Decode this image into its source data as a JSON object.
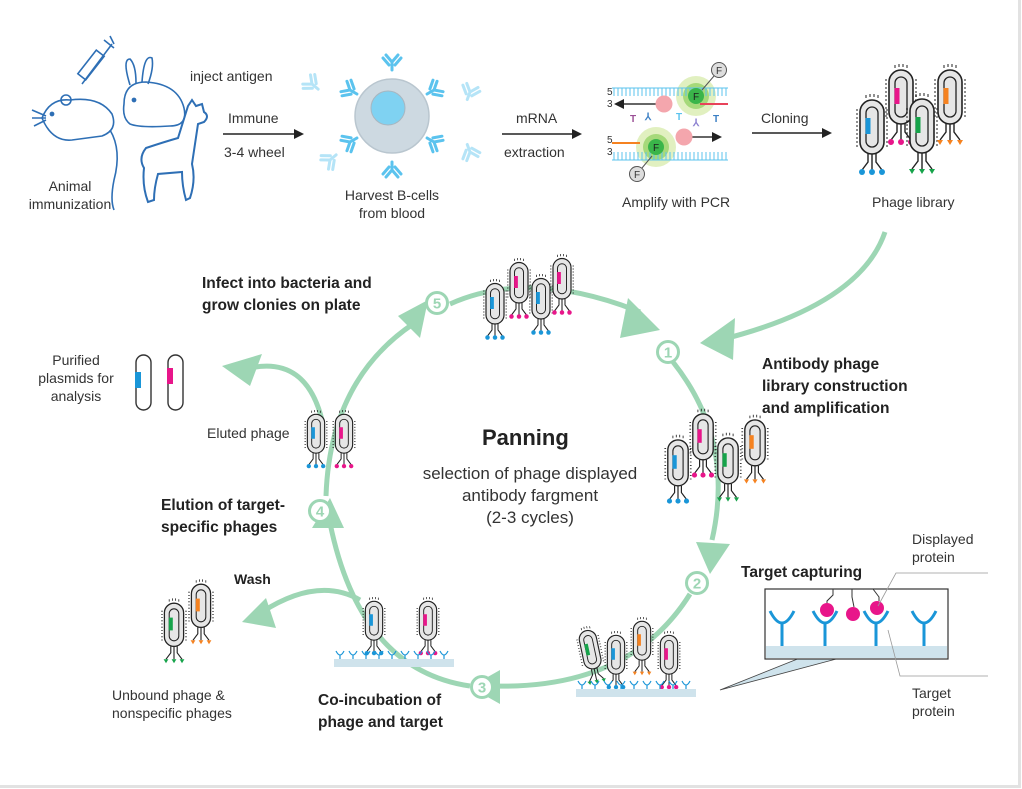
{
  "colors": {
    "cycle_arrow": "#9dd6b4",
    "animal_outline": "#2e6fb5",
    "antibody": "#5bc3ee",
    "bcell": "#cdd9e1",
    "nucleus": "#7fd2f2",
    "blue": "#1a96d8",
    "pink": "#e8168a",
    "green": "#16a34a",
    "orange": "#f58220",
    "surface": "#cfe3ec"
  },
  "top_row": {
    "animal_immunization": [
      "Animal",
      "immunization"
    ],
    "inject_antigen": "inject antigen",
    "immune_arrow": {
      "above": "Immune",
      "below": "3-4 wheel"
    },
    "bcells": [
      "Harvest B-cells",
      "from blood"
    ],
    "mrna_arrow": {
      "above": "mRNA",
      "below": "extraction"
    },
    "pcr": {
      "label": "Amplify with PCR",
      "strand5": "5",
      "strand3": "3",
      "fluor": "F"
    },
    "cloning_arrow": {
      "above": "Cloning"
    },
    "phage_library": "Phage library"
  },
  "panning": {
    "title": "Panning",
    "subtitle": [
      "selection of phage displayed",
      "antibody fargment",
      "(2-3 cycles)"
    ]
  },
  "steps": [
    {
      "number": "1",
      "label": [
        "Antibody phage",
        "library construction",
        "and amplification"
      ]
    },
    {
      "number": "2",
      "label": [
        "Target capturing"
      ]
    },
    {
      "number": "3",
      "label": [
        "Co-incubation of",
        "phage and target"
      ]
    },
    {
      "number": "4",
      "label": [
        "Elution of target-",
        "specific phages"
      ]
    },
    {
      "number": "5",
      "label": [
        "Infect into bacteria and",
        "grow clonies on plate"
      ]
    }
  ],
  "side_labels": {
    "purified": [
      "Purified",
      "plasmids for",
      "analysis"
    ],
    "eluted": "Eluted phage",
    "wash": "Wash",
    "unbound": [
      "Unbound phage &",
      "nonspecific phages"
    ],
    "displayed_protein": [
      "Displayed",
      "protein"
    ],
    "target_protein": [
      "Target",
      "protein"
    ]
  }
}
